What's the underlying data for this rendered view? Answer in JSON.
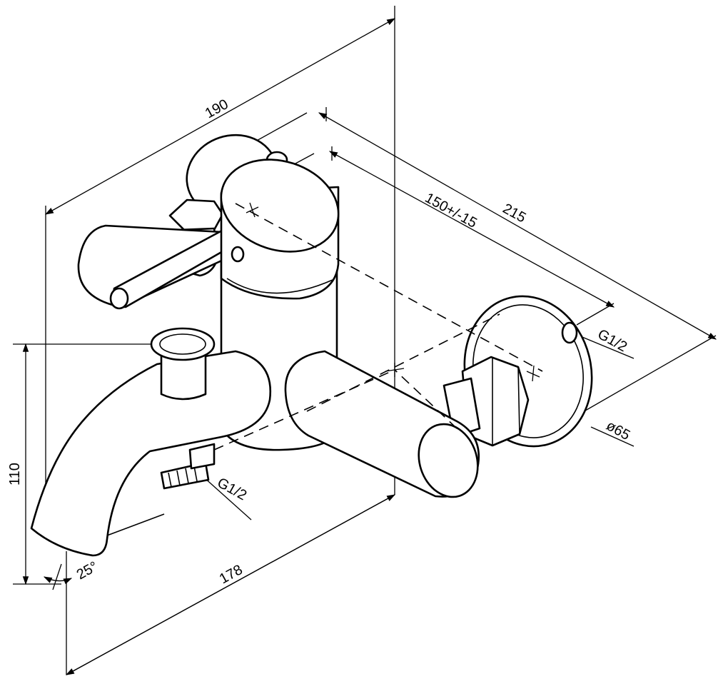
{
  "dimensions": {
    "width_190": "190",
    "length_215": "215",
    "centers_150": "150+/-15",
    "height_110": "110",
    "spout_178": "178",
    "angle_25": "25°",
    "diameter_65": "ø65",
    "thread_wall": "G1/2",
    "thread_outlet": "G1/2"
  },
  "colors": {
    "stroke": "#000000",
    "background": "#ffffff"
  }
}
